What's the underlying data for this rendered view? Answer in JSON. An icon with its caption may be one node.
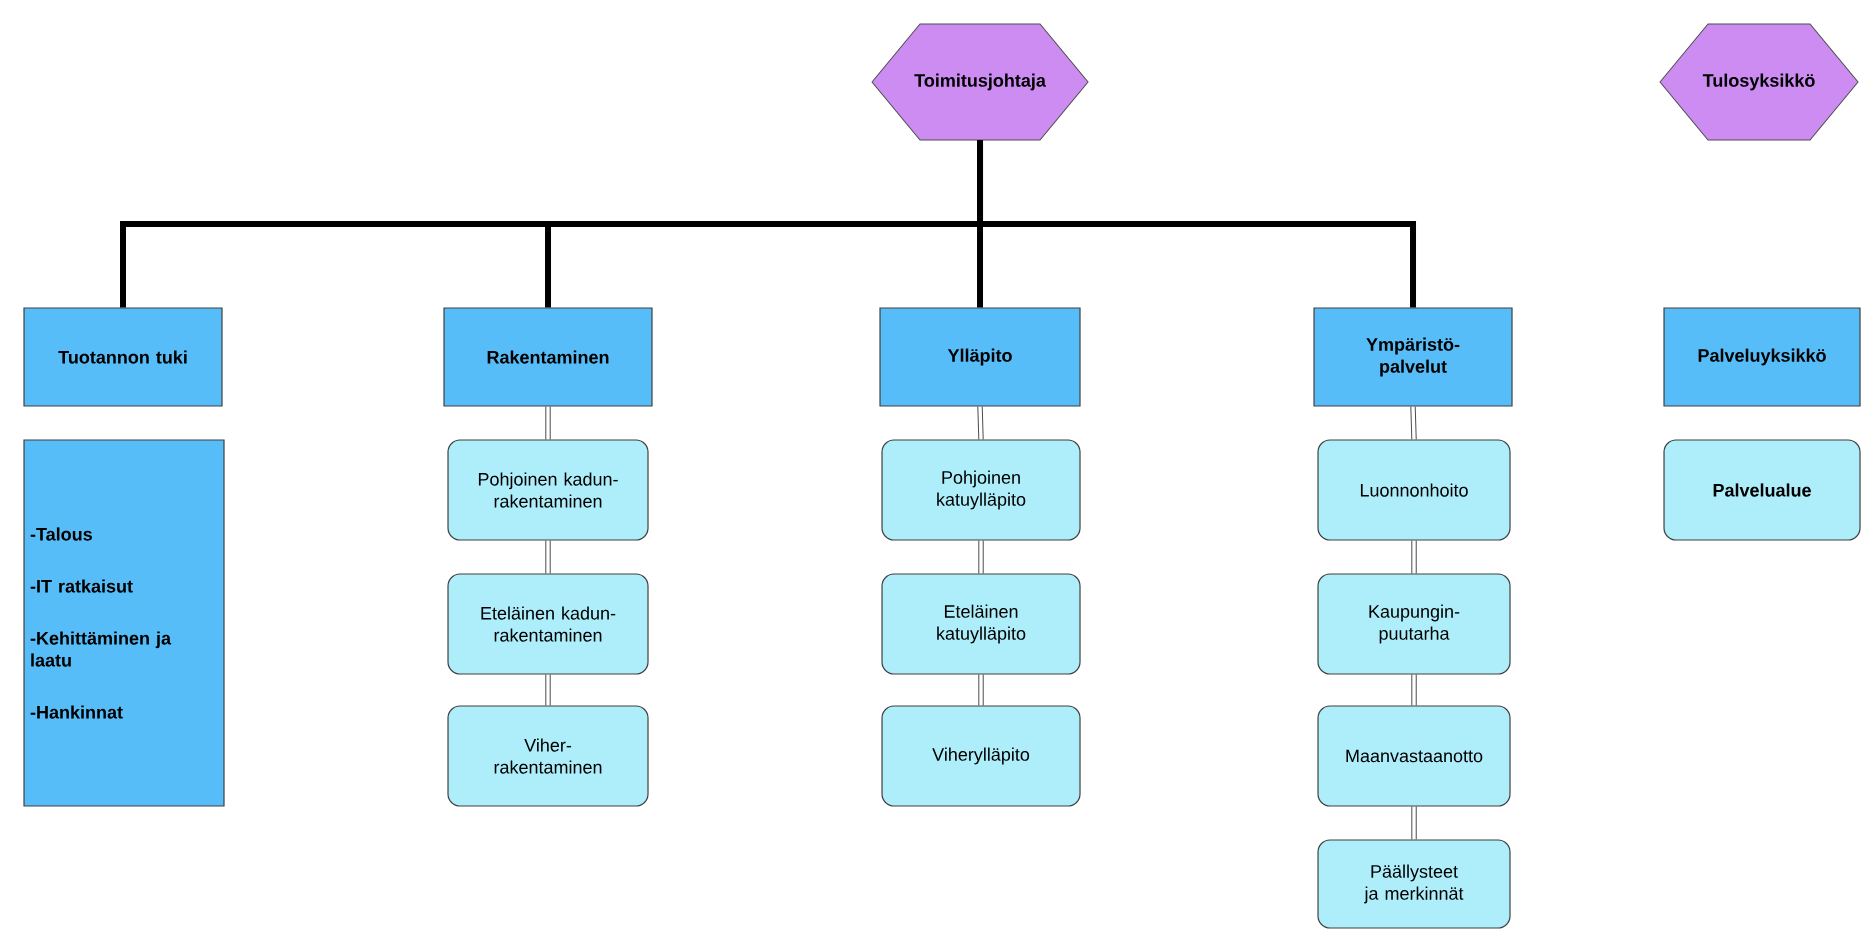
{
  "diagram": {
    "nodes": [
      {
        "text": [
          "Toimitusjohtaja"
        ]
      },
      {
        "text": [
          "Tulosyksikkö"
        ]
      },
      {
        "text": [
          "Tuotannon tuki"
        ]
      },
      {
        "text": [
          "-Talous",
          "-IT ratkaisut",
          "-Kehittäminen ja laatu",
          "-Hankinnat"
        ]
      },
      {
        "text": [
          "Rakentaminen"
        ]
      },
      {
        "text": [
          "Pohjoinen kadun-rakentaminen"
        ]
      },
      {
        "text": [
          "Eteläinen kadun-rakentaminen"
        ]
      },
      {
        "text": [
          "Viher-rakentaminen"
        ]
      },
      {
        "text": [
          "Ylläpito"
        ]
      },
      {
        "text": [
          "Pohjoinen katuylläpito"
        ]
      },
      {
        "text": [
          "Eteläinen katuylläpito"
        ]
      },
      {
        "text": [
          "Viherylläpito"
        ]
      },
      {
        "text": [
          "Ympäristö-palvelut"
        ]
      },
      {
        "text": [
          "Luonnonhoito"
        ]
      },
      {
        "text": [
          "Kaupungin-puutarha"
        ]
      },
      {
        "text": [
          "Maanvastaanotto"
        ]
      },
      {
        "text": [
          "Päällysteet ja merkinnät"
        ]
      },
      {
        "text": [
          "Palveluyksikkö"
        ]
      },
      {
        "text": [
          "Palvelualue"
        ]
      }
    ],
    "edges": [
      {
        "from": 0,
        "to": 2,
        "arrow": "none",
        "style": "thick"
      },
      {
        "from": 0,
        "to": 4,
        "arrow": "none",
        "style": "thick"
      },
      {
        "from": 0,
        "to": 8,
        "arrow": "none",
        "style": "thick"
      },
      {
        "from": 0,
        "to": 12,
        "arrow": "none",
        "style": "thick"
      },
      {
        "from": 4,
        "to": 5,
        "arrow": "none"
      },
      {
        "from": 5,
        "to": 6,
        "arrow": "none"
      },
      {
        "from": 6,
        "to": 7,
        "arrow": "none"
      },
      {
        "from": 8,
        "to": 9,
        "arrow": "none"
      },
      {
        "from": 9,
        "to": 10,
        "arrow": "none"
      },
      {
        "from": 10,
        "to": 11,
        "arrow": "none"
      },
      {
        "from": 12,
        "to": 13,
        "arrow": "none"
      },
      {
        "from": 13,
        "to": 14,
        "arrow": "none"
      },
      {
        "from": 14,
        "to": 15,
        "arrow": "none"
      },
      {
        "from": 15,
        "to": 16,
        "arrow": "none"
      }
    ]
  }
}
